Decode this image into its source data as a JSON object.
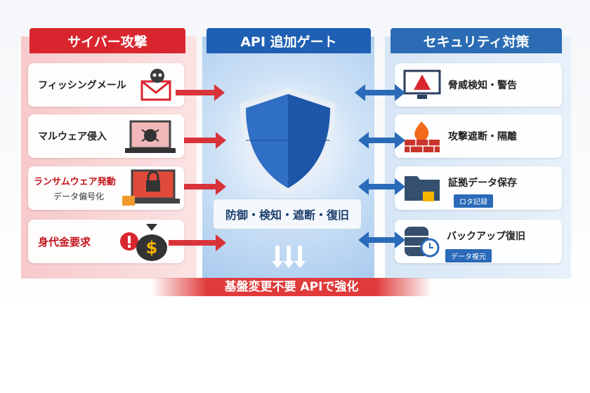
{
  "attacks": {
    "title": "サイバー攻撃",
    "items": [
      {
        "label": "フィッシングメール",
        "icon": "phishing-mail-icon"
      },
      {
        "label": "マルウェア侵入",
        "icon": "malware-laptop-icon"
      },
      {
        "label": "ランサムウェア発動",
        "sub": "データ偏号化",
        "icon": "ransomware-lock-icon"
      },
      {
        "label": "身代金要求",
        "icon": "money-bag-icon"
      }
    ]
  },
  "gate": {
    "title": "API 追加ゲート",
    "functions": "防御・検知・遮断・復旧",
    "icon": "shield-icon"
  },
  "measures": {
    "title": "セキュリティ対策",
    "items": [
      {
        "label": "脅威検知・警告",
        "icon": "warning-monitor-icon"
      },
      {
        "label": "攻撃遮断・隔離",
        "icon": "firewall-icon"
      },
      {
        "label": "証拠データ保存",
        "tag": "ロタ記録",
        "icon": "locked-folder-icon"
      },
      {
        "label": "バックアップ復旧",
        "tag": "データ複元",
        "icon": "database-clock-icon"
      }
    ]
  },
  "banner": "基盤変更不要  APIで強化",
  "colors": {
    "attack": "#d9262e",
    "defense": "#1f5fb4"
  }
}
